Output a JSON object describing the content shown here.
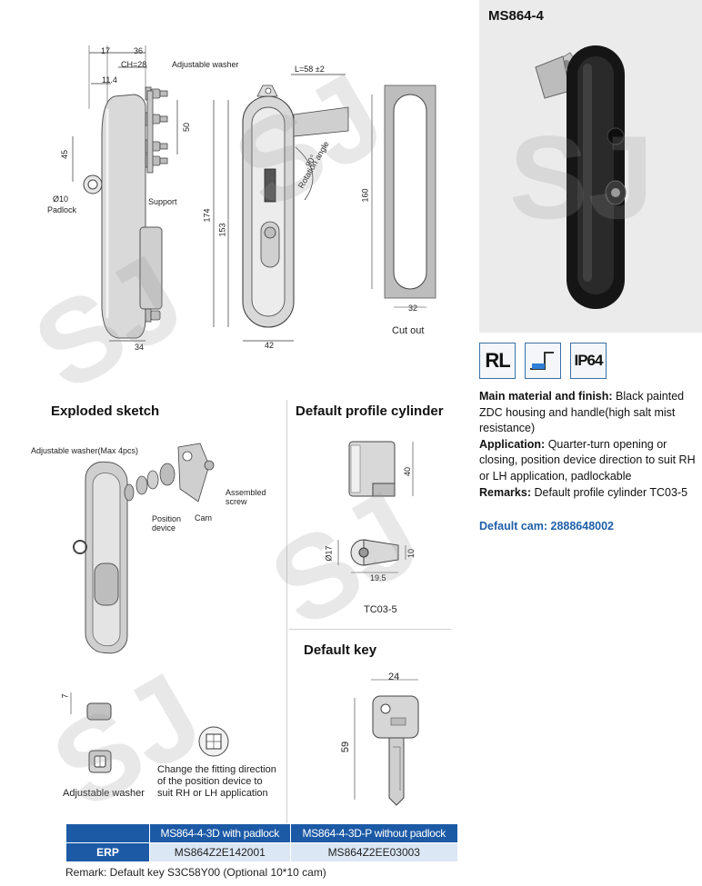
{
  "header": {
    "model": "MS864-4"
  },
  "drawing_side": {
    "dims": {
      "d17": "17",
      "d36": "36",
      "ch28": "CH=28",
      "d11_4": "11.4",
      "d45": "45",
      "d50": "50",
      "d34": "34",
      "padlock_dia": "Ø10",
      "padlock": "Padlock"
    },
    "callouts": {
      "adjustable_washer": "Adjustable washer",
      "support": "Support"
    }
  },
  "drawing_front": {
    "dims": {
      "l58": "L=58 ±2",
      "d174": "174",
      "d153": "153",
      "d42": "42",
      "angle": "90°",
      "rotation": "Rotation angle"
    }
  },
  "drawing_cutout": {
    "dims": {
      "d160": "160",
      "d32": "32"
    },
    "caption": "Cut out"
  },
  "exploded": {
    "title": "Exploded sketch",
    "callouts": {
      "washer_max": "Adjustable washer(Max 4pcs)",
      "assembled_screw_1": "Assembled",
      "assembled_screw_2": "screw",
      "position_device_1": "Position",
      "position_device_2": "device",
      "cam": "Cam"
    },
    "washer_dim": "7",
    "washer_caption": "Adjustable washer",
    "change_note_1": "Change the fitting direction",
    "change_note_2": "of the position device to",
    "change_note_3": "suit RH or LH application"
  },
  "cylinder": {
    "title": "Default profile cylinder",
    "dims": {
      "d40": "40",
      "d17": "Ø17",
      "d10": "10",
      "d19_5": "19.5"
    },
    "caption": "TC03-5"
  },
  "key": {
    "title": "Default key",
    "dims": {
      "d24": "24",
      "d59": "59"
    }
  },
  "specs": {
    "material_label": "Main material and finish:",
    "material_value": "Black painted ZDC housing and handle(high salt mist resistance)",
    "application_label": "Application:",
    "application_value": "Quarter-turn opening or closing, position device direction to suit RH or LH application, padlockable",
    "remarks_label": "Remarks:",
    "remarks_value": "Default profile cylinder TC03-5",
    "default_cam": "Default cam: 2888648002"
  },
  "badges": {
    "rl": "RL",
    "ip": "IP64"
  },
  "erp_table": {
    "col1": "MS864-4-3D with padlock",
    "col2": "MS864-4-3D-P without padlock",
    "row_label": "ERP",
    "val1": "MS864Z2E142001",
    "val2": "MS864Z2EE03003"
  },
  "footer": {
    "remark": "Remark: Default key S3C58Y00 (Optional 10*10 cam)"
  },
  "watermark": "SJ",
  "colors": {
    "accent_blue": "#1c5aa6",
    "table_light": "#dbe7f5",
    "cam_text": "#1f5ea8"
  }
}
